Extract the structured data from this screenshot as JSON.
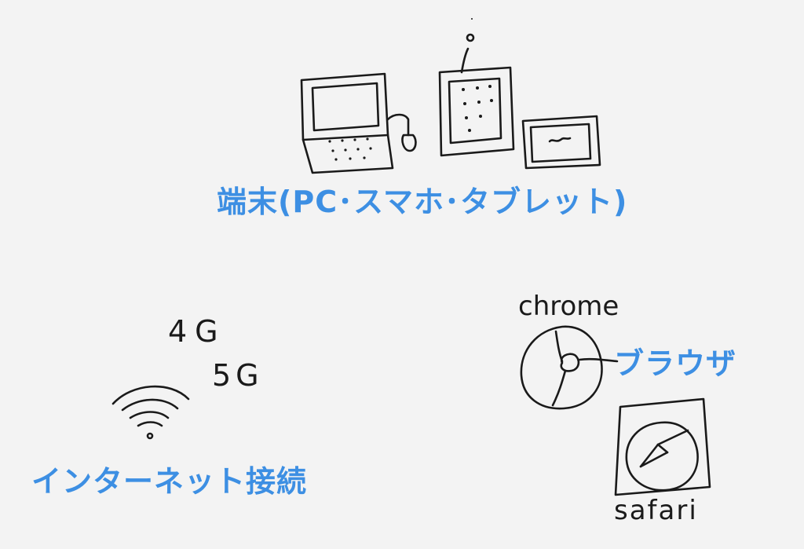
{
  "labels": {
    "devices": "端末(PC･スマホ･タブレット)",
    "network": "インターネット接続",
    "browser": "ブラウザ",
    "gen4": "4G",
    "gen5": "5G",
    "chrome": "chrome",
    "safari": "safari"
  },
  "icons": [
    "laptop-icon",
    "smartphone-icon",
    "tablet-icon",
    "wifi-icon",
    "chrome-icon",
    "safari-icon"
  ],
  "colors": {
    "label": "#3d8fe3",
    "ink": "#1a1a1a",
    "background": "#f3f3f3"
  }
}
